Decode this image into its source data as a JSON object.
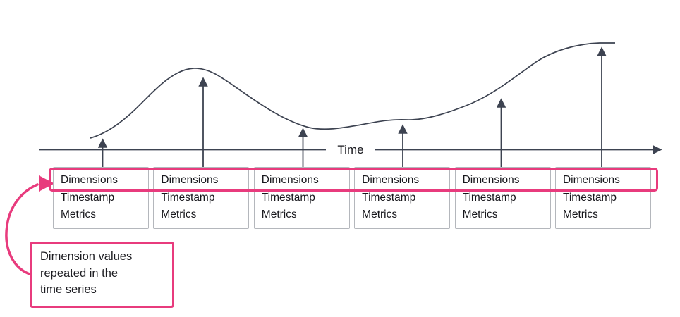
{
  "diagram": {
    "title_hint": "time series record structure",
    "axis": {
      "label": "Time"
    },
    "boxes": [
      {
        "rows": [
          "Dimensions",
          "Timestamp",
          "Metrics"
        ]
      },
      {
        "rows": [
          "Dimensions",
          "Timestamp",
          "Metrics"
        ]
      },
      {
        "rows": [
          "Dimensions",
          "Timestamp",
          "Metrics"
        ]
      },
      {
        "rows": [
          "Dimensions",
          "Timestamp",
          "Metrics"
        ]
      },
      {
        "rows": [
          "Dimensions",
          "Timestamp",
          "Metrics"
        ]
      },
      {
        "rows": [
          "Dimensions",
          "Timestamp",
          "Metrics"
        ]
      }
    ],
    "callout": {
      "lines": [
        "Dimension values",
        "repeated in the",
        "time series"
      ]
    },
    "colors": {
      "accent_pink": "#e83b7d",
      "line_dark": "#3d4351",
      "box_border": "#b4b7bc",
      "text": "#17171c"
    }
  }
}
